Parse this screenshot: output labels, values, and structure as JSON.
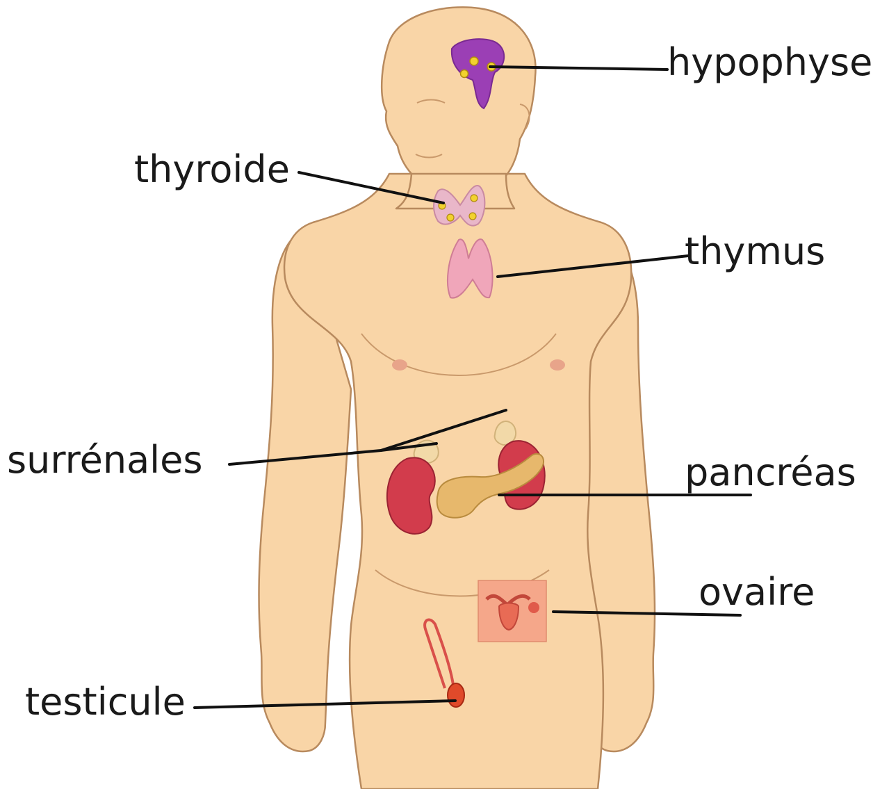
{
  "labels": {
    "hypophyse": "hypophyse",
    "thyroide": "thyroide",
    "thymus": "thymus",
    "surrenales": "surrénales",
    "pancreas": "pancréas",
    "ovaire": "ovaire",
    "testicule": "testicule"
  },
  "colors": {
    "skin": "#f9d5a7",
    "skin_outline": "#b88a5e",
    "hypophyse": "#9b3fb5",
    "thyroid": "#e9b7c9",
    "gland_dot": "#f2d22e",
    "thymus": "#f0a6ba",
    "kidney": "#d23c4c",
    "adrenal": "#f2d9a8",
    "pancreas": "#e7b86c",
    "ovary_box": "#f5a78a",
    "testicle": "#e04a2a",
    "leader": "#111111"
  }
}
